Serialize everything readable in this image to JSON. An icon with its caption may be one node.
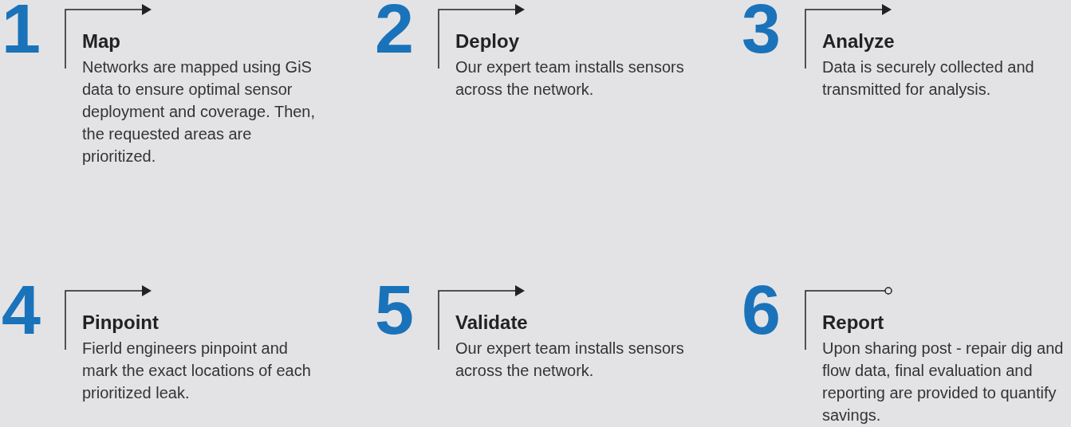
{
  "diagram": {
    "nodes": [
      {
        "text": [
          "Map",
          "Networks are mapped using GiS data to ensure optimal sensor deployment and coverage. Then, the requested areas are prioritized."
        ],
        "beside": [
          "1"
        ]
      },
      {
        "text": [
          "Deploy",
          "Our expert team installs sensors across the network."
        ],
        "beside": [
          "2"
        ]
      },
      {
        "text": [
          "Analyze",
          "Data is securely collected and transmitted for analysis."
        ],
        "beside": [
          "3"
        ]
      },
      {
        "text": [
          "Pinpoint",
          "Fierld engineers pinpoint and mark the exact locations of each prioritized leak."
        ],
        "beside": [
          "4"
        ]
      },
      {
        "text": [
          "Validate",
          "Our expert team installs sensors across the network."
        ],
        "beside": [
          "5"
        ]
      },
      {
        "text": [
          "Report",
          "Upon sharing post - repair dig and flow data, final evaluation and reporting are provided to quantify savings."
        ],
        "beside": [
          "6"
        ]
      }
    ],
    "edges": []
  }
}
